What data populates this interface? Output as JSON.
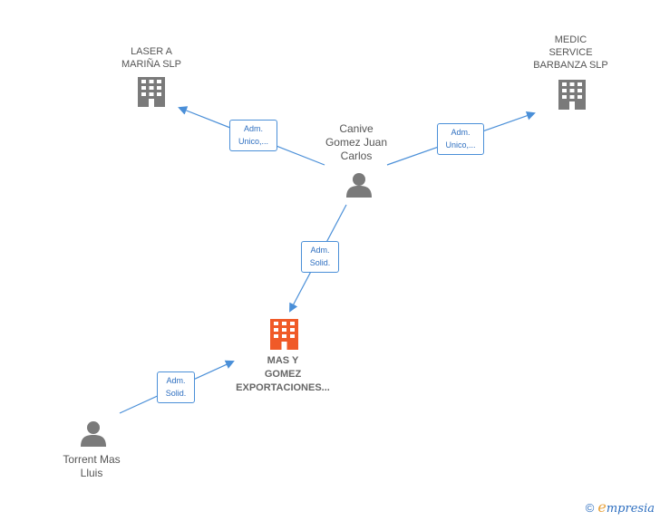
{
  "nodes": {
    "laser": {
      "label": "LASER A\nMARIÑA  SLP"
    },
    "medic": {
      "label": "MEDIC\nSERVICE\nBARBANZA  SLP"
    },
    "canive": {
      "label": "Canive\nGomez Juan\nCarlos"
    },
    "main": {
      "label": "MAS Y\nGOMEZ\nEXPORTACIONES..."
    },
    "torrent": {
      "label": "Torrent Mas\nLluis"
    }
  },
  "edges": {
    "canive_laser": "Adm.\nUnico,...",
    "canive_medic": "Adm.\nUnico,...",
    "canive_main": "Adm.\nSolid.",
    "torrent_main": "Adm.\nSolid."
  },
  "brand": {
    "copyright": "©",
    "initial": "e",
    "rest": "mpresia"
  },
  "colors": {
    "edge": "#4a8fd8",
    "company": "#7a7a7a",
    "main": "#f05a28",
    "person": "#7a7a7a"
  }
}
